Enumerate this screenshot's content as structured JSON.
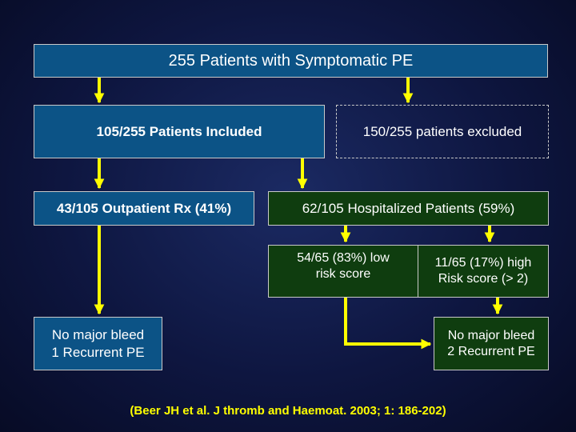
{
  "flowchart": {
    "total": "255 Patients with Symptomatic PE",
    "included": "105/255 Patients Included",
    "excluded": "150/255 patients excluded",
    "outpatient": "43/105 Outpatient Rx (41%)",
    "hospitalized": "62/105 Hospitalized Patients (59%)",
    "low_risk": "54/65 (83%) low\nrisk score",
    "high_risk": "11/65 (17%) high\nRisk score (> 2)",
    "outpatient_outcome": "No major bleed\n1 Recurrent PE",
    "hospital_outcome": "No major bleed\n2 Recurrent PE"
  },
  "citation": "(Beer JH et al. J thromb and Haemoat. 2003; 1: 186-202)",
  "colors": {
    "background": "#0e1640",
    "blue_box": "#0c5386",
    "green_box": "#0f3d0f",
    "arrow": "#ffff00",
    "citation": "#ffff00"
  }
}
